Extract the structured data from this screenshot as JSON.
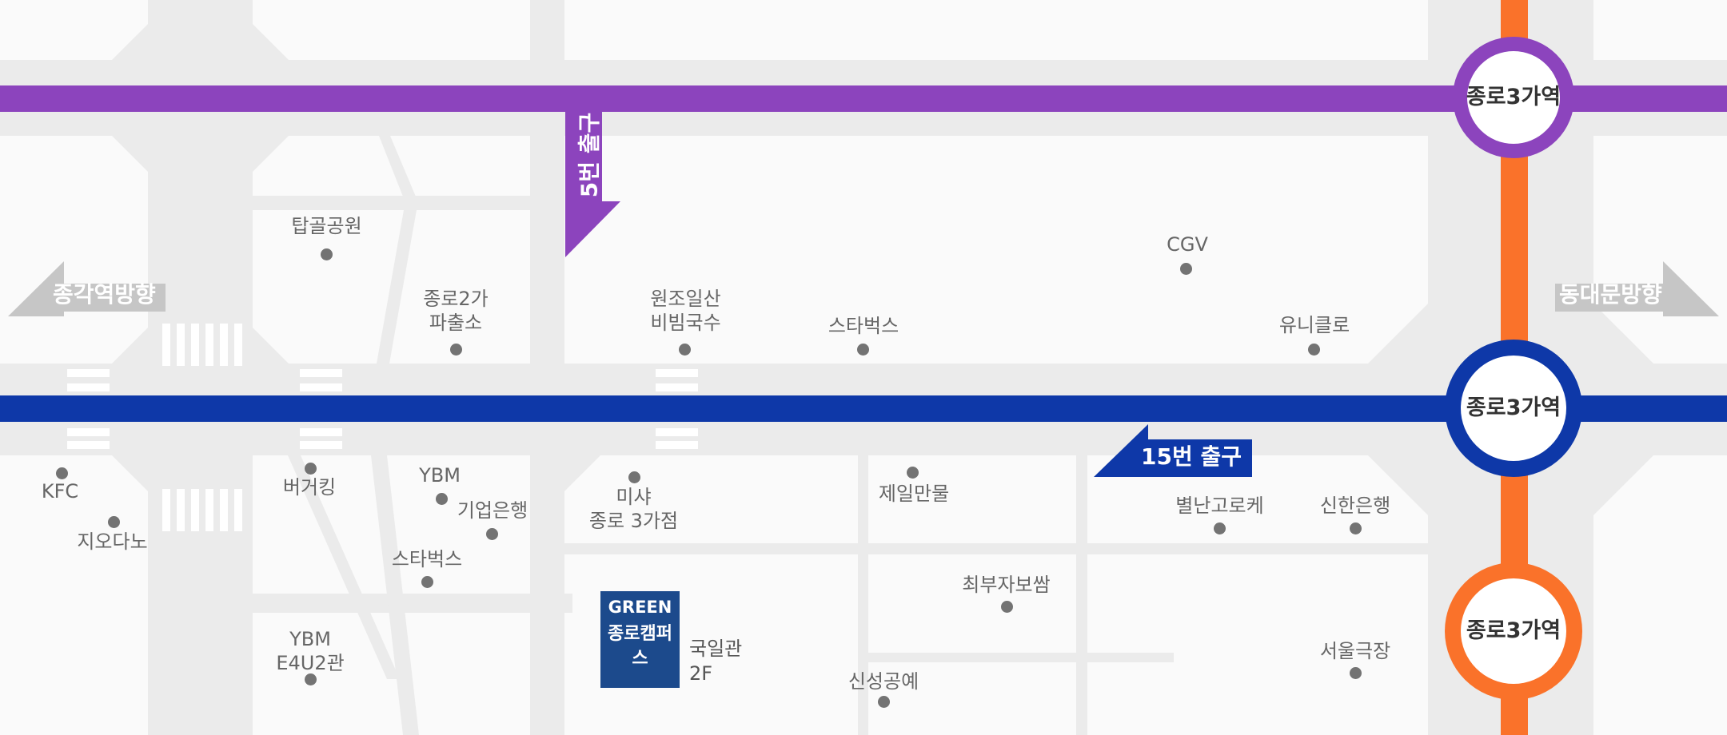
{
  "colors": {
    "line1_blue": "#0e38a8",
    "line3_orange": "#fa722a",
    "line5_purple": "#8c44bd",
    "campus_navy": "#1c4a8c",
    "road": "#ebebeb",
    "block": "#fafafa",
    "direction_arrow": "#c6c6c6"
  },
  "stations": [
    {
      "line": "5",
      "name": "종로3가역"
    },
    {
      "line": "1",
      "name": "종로3가역"
    },
    {
      "line": "3",
      "name": "종로3가역"
    }
  ],
  "exits": {
    "exit5": "5번 출구",
    "exit15": "15번 출구"
  },
  "directions": {
    "west": "종각역방향",
    "east": "동대문방향"
  },
  "campus": {
    "brand": "GREEN",
    "name_line1": "종로",
    "name_line2": "캠퍼스",
    "building_line1": "국일관",
    "building_line2": "2F"
  },
  "landmarks": {
    "tapgol": "탑골공원",
    "police_line1": "종로2가",
    "police_line2": "파출소",
    "wonjo_line1": "원조일산",
    "wonjo_line2": "비빔국수",
    "starbucks_north": "스타벅스",
    "cgv": "CGV",
    "uniqlo": "유니클로",
    "kfc": "KFC",
    "giordano": "지오다노",
    "burgerking": "버거킹",
    "ybm": "YBM",
    "ibk": "기업은행",
    "starbucks_south": "스타벅스",
    "ybm_e4u_line1": "YBM",
    "ybm_e4u_line2": "E4U2관",
    "missha_line1": "미샤",
    "missha_line2": "종로 3가점",
    "jeil": "제일만물",
    "byeolnan": "별난고로케",
    "shinhan": "신한은행",
    "choibuja": "최부자보쌈",
    "sinseong": "신성공예",
    "seoul_theater": "서울극장"
  }
}
